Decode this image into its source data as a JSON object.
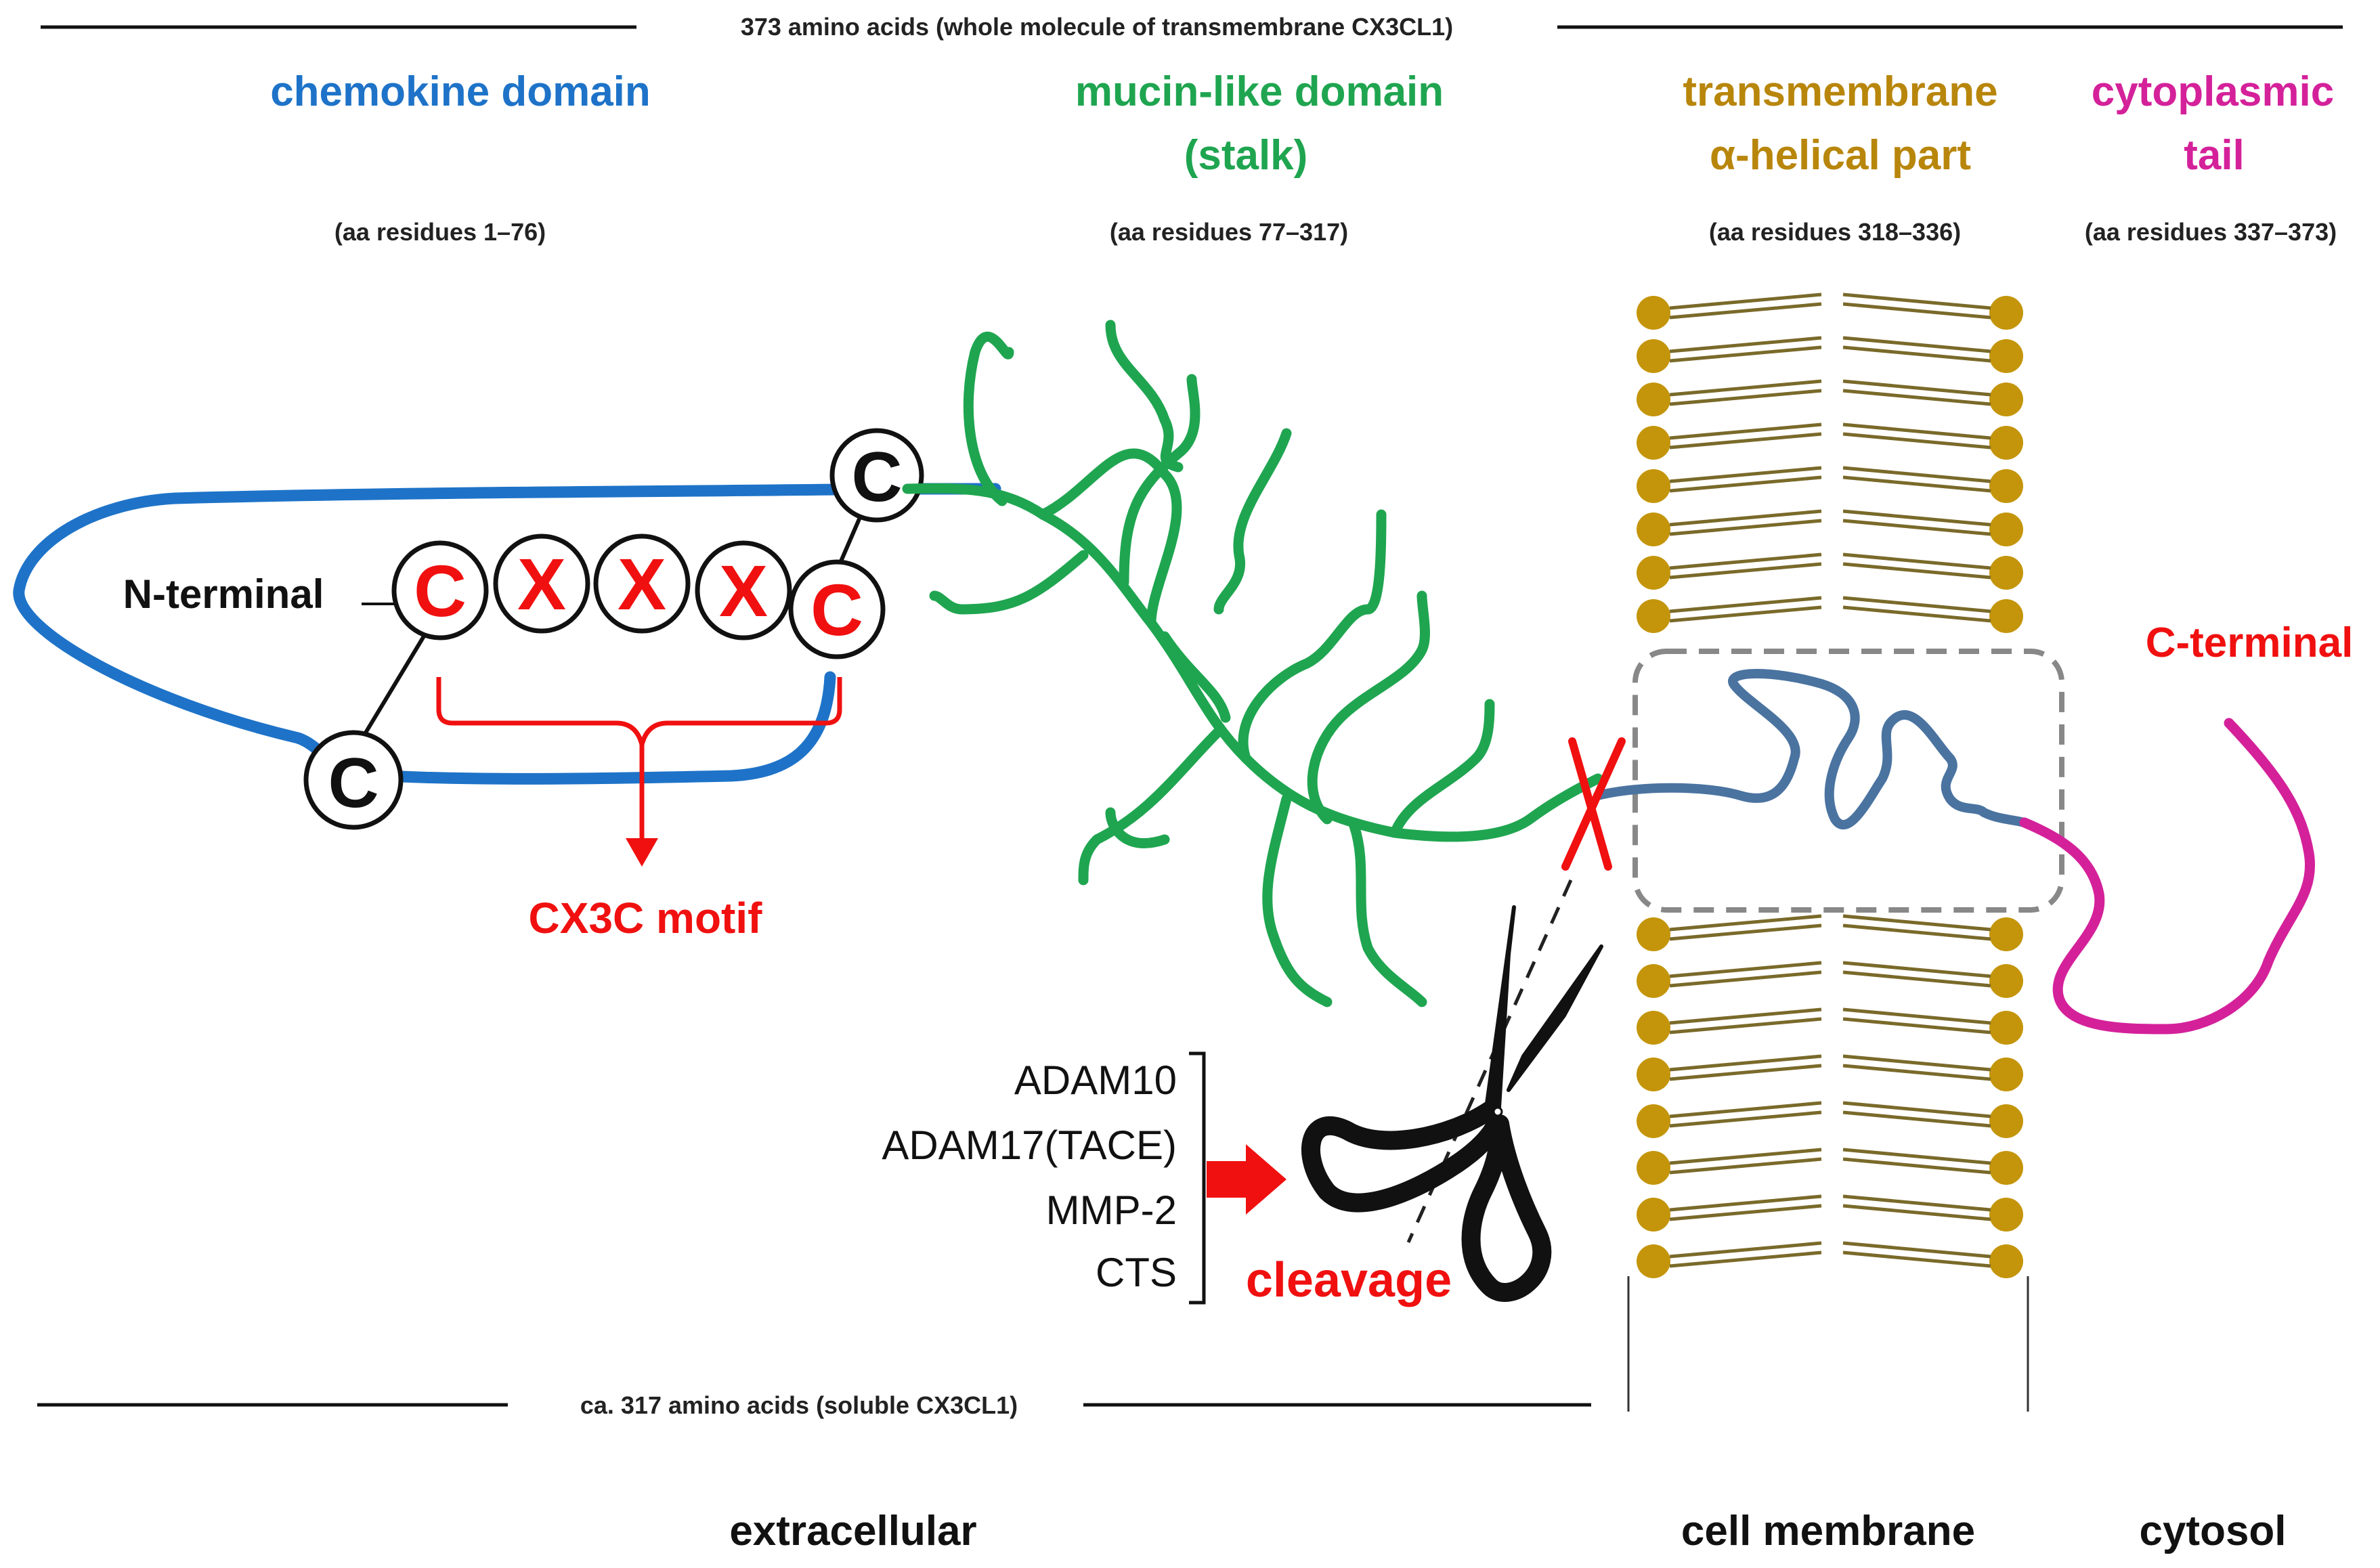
{
  "colors": {
    "chemokine": "#1e73c8",
    "mucin": "#1fa550",
    "transmembrane": "#b8860b",
    "cytoplasmic": "#d4219a",
    "helix": "#4a73a0",
    "red": "#f01010",
    "lipid": "#c4950a",
    "lipid_tail": "#7a6a2a",
    "dashed_box": "#888888"
  },
  "header": {
    "whole_molecule": "373 amino acids (whole molecule of transmembrane  CX3CL1)"
  },
  "domains": [
    {
      "key": "chemokine",
      "line1": "chemokine domain",
      "line2": "",
      "residues": "(aa  residues 1–76)"
    },
    {
      "key": "mucin",
      "line1": "mucin-like domain",
      "line2": "(stalk)",
      "residues": "(aa  residues 77–317)"
    },
    {
      "key": "transmembrane",
      "line1": "transmembrane",
      "line2": "α-helical part",
      "residues": "(aa  residues 318–336)"
    },
    {
      "key": "cytoplasmic",
      "line1": "cytoplasmic",
      "line2": "tail",
      "residues": "(aa  residues 337–373)"
    }
  ],
  "chemokine": {
    "n_terminal": "N-terminal",
    "motif_residues": [
      "C",
      "X",
      "X",
      "X",
      "C"
    ],
    "cys_residue": "C",
    "motif_label": "CX3C motif"
  },
  "c_terminal": "C-terminal",
  "enzymes": [
    "ADAM10",
    "ADAM17(TACE)",
    "MMP-2",
    "CTS"
  ],
  "cleavage_label": "cleavage",
  "soluble_label": "ca. 317 amino acids (soluble CX3CL1)",
  "regions": {
    "extracellular": "extracellular",
    "membrane": "cell membrane",
    "cytosol": "cytosol"
  },
  "icons": [
    "scissors-icon",
    "red-arrow-icon",
    "lipid-bilayer-icon",
    "cleavage-site-x-icon"
  ]
}
